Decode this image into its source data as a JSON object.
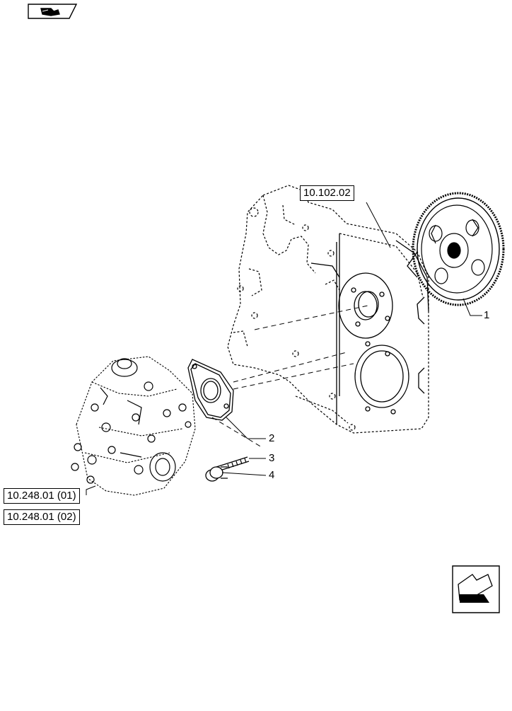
{
  "references": {
    "housing_ref": "10.102.02",
    "pump_ref_1": "10.248.01 (01)",
    "pump_ref_2": "10.248.01 (02)"
  },
  "callouts": [
    "1",
    "2",
    "3",
    "4"
  ],
  "icons": {
    "top_left": "book-icon",
    "bottom_right": "next-page-arrow-icon"
  }
}
